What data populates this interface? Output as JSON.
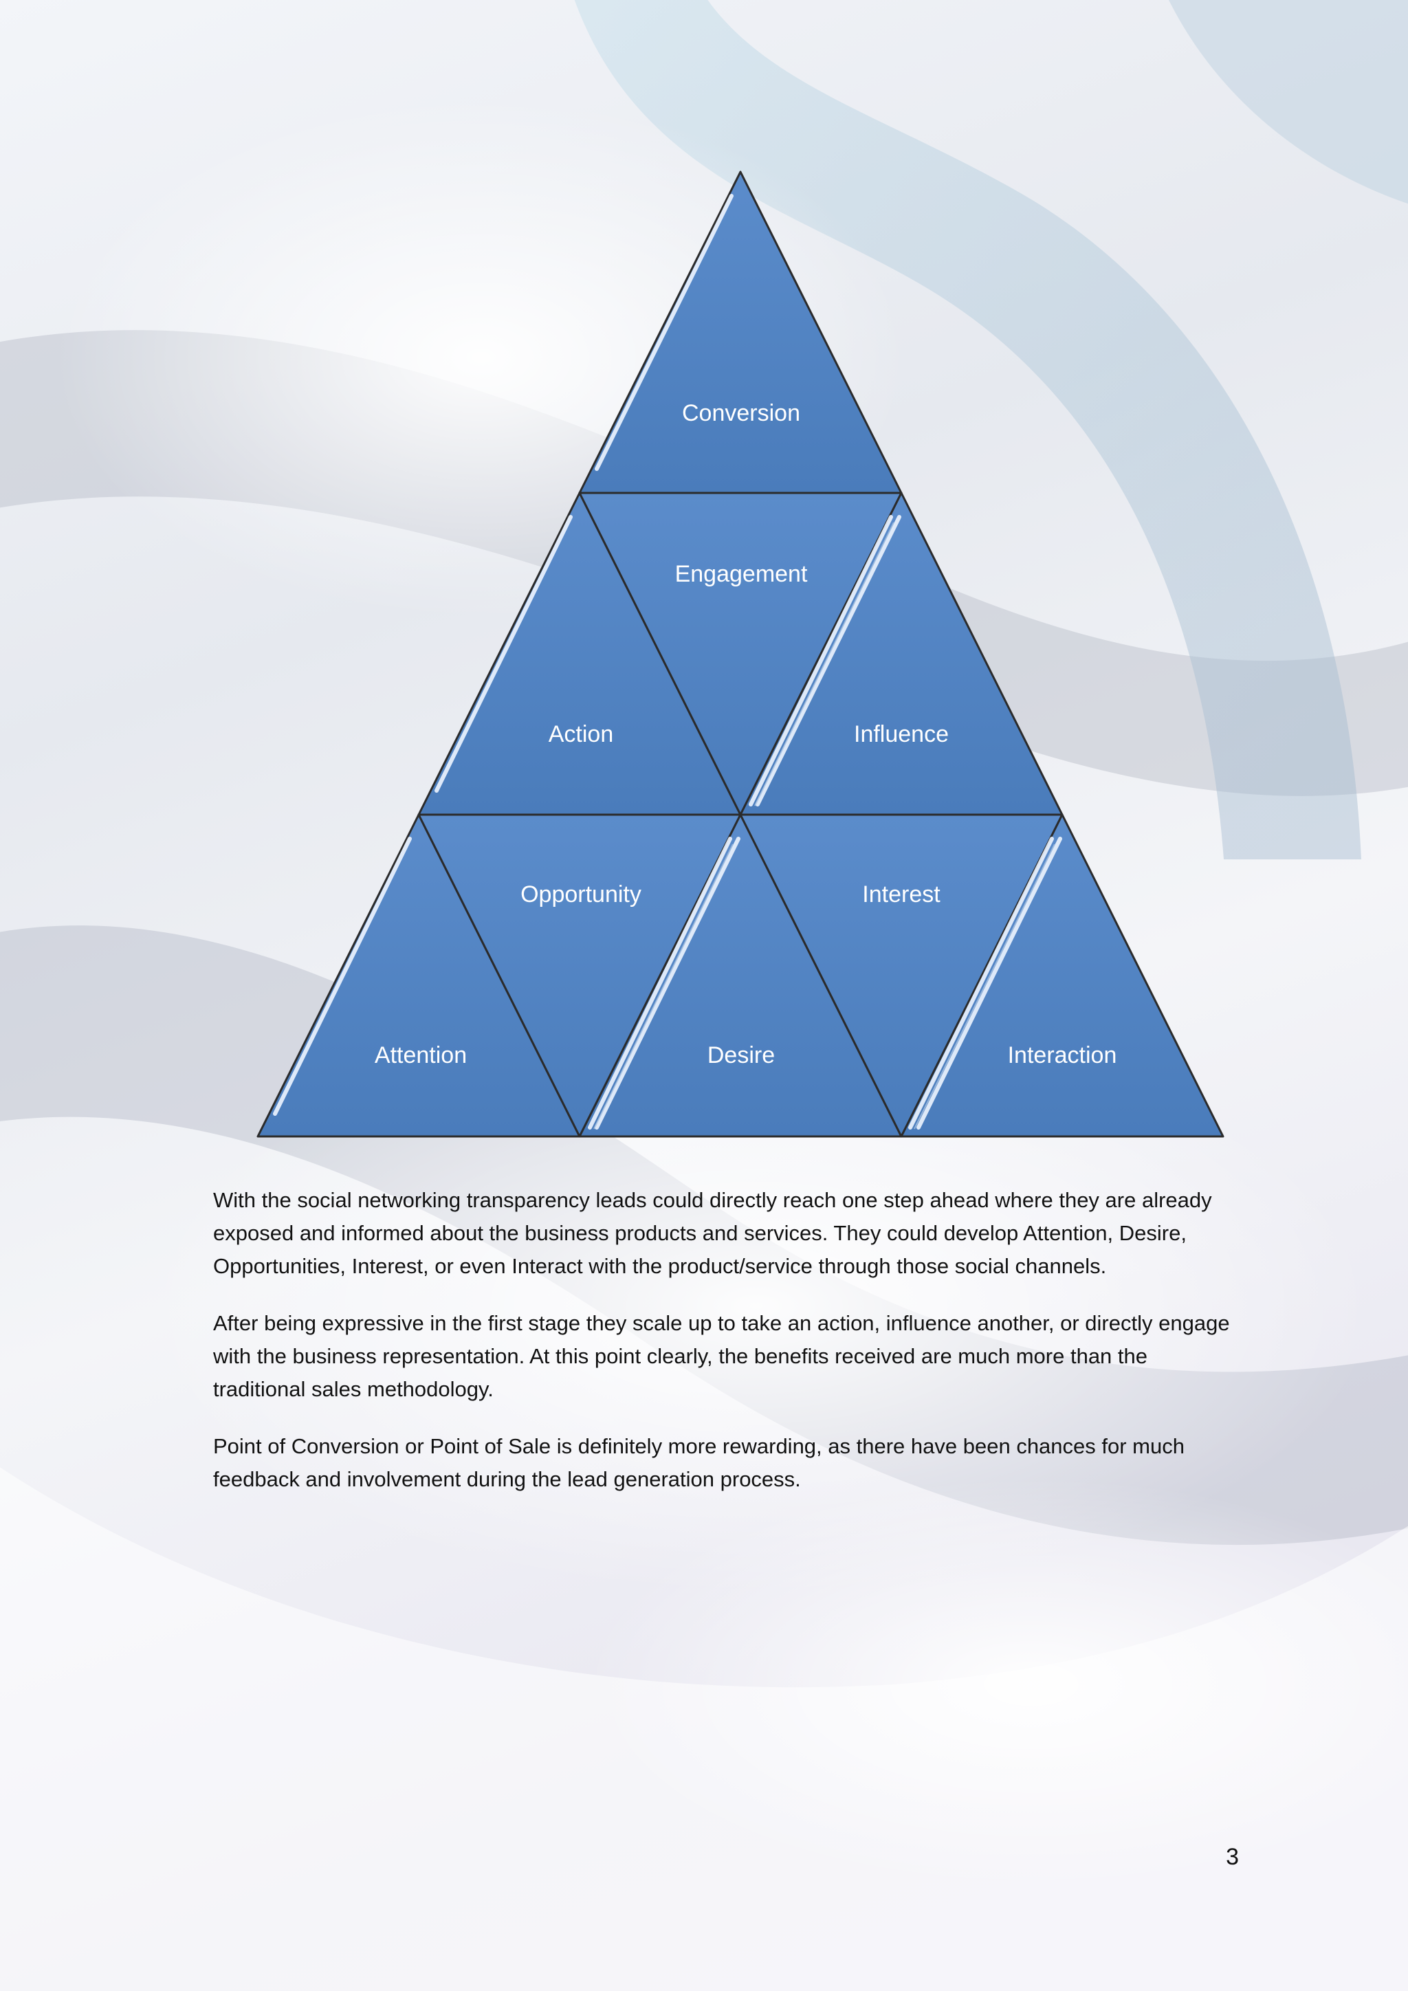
{
  "diagram": {
    "labels": {
      "conversion": "Conversion",
      "engagement": "Engagement",
      "action": "Action",
      "influence": "Influence",
      "opportunity": "Opportunity",
      "interest": "Interest",
      "attention": "Attention",
      "desire": "Desire",
      "interaction": "Interaction"
    },
    "colors": {
      "fill": "#4f81bd",
      "outline": "#2b2b2b",
      "label": "#ffffff"
    }
  },
  "paragraphs": [
    "With the social networking transparency leads could directly reach one step ahead where they are already exposed and informed about the business products and services. They could develop Attention, Desire, Opportunities, Interest, or even Interact with the product/service through those social channels.",
    "After being expressive in the first stage they scale up to take an action, influence another, or directly engage with the business representation. At this point clearly, the benefits received are much more than the traditional sales methodology.",
    "Point of Conversion or Point of Sale is definitely more rewarding, as there have been chances for much feedback and involvement during the lead generation process."
  ],
  "page_number": "3"
}
